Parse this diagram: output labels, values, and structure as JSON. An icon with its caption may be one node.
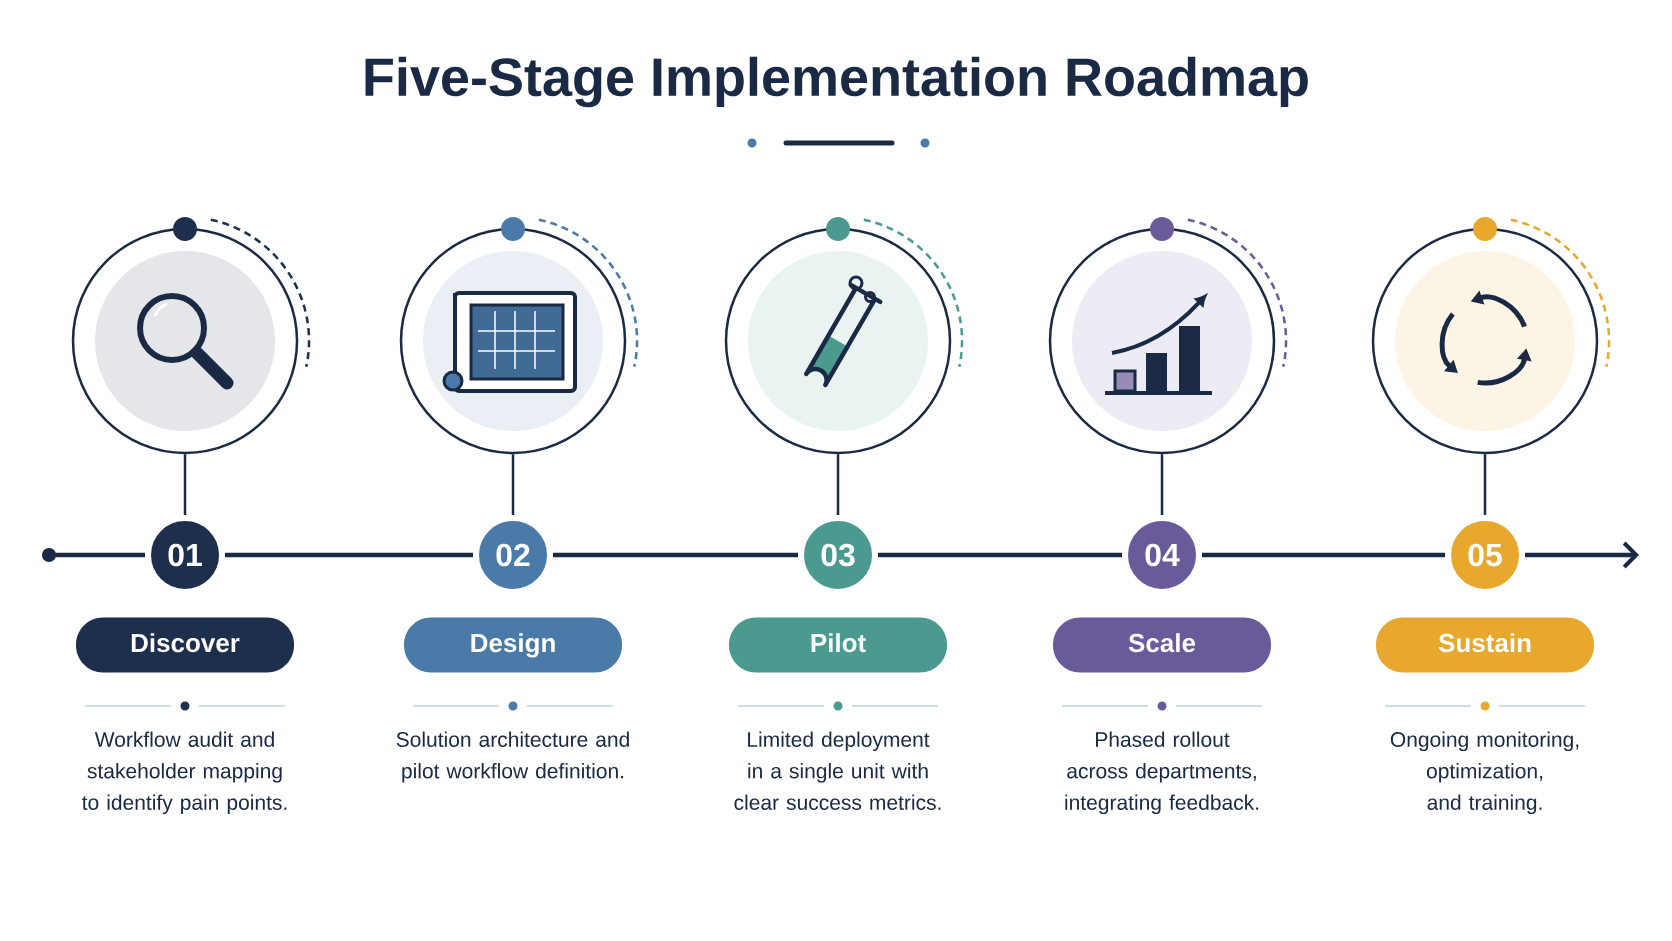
{
  "diagram": {
    "title": "Five-Stage Implementation Roadmap",
    "nodes": [
      {
        "text": [],
        "shape": "circle"
      },
      {
        "text": [
          "01"
        ]
      },
      {
        "text": [
          "Discover"
        ],
        "beside": [
          "Workflow audit and stakeholder mapping to identify pain points."
        ]
      },
      {
        "text": [],
        "shape": "circle"
      },
      {
        "text": [
          "02"
        ]
      },
      {
        "text": [
          "Design"
        ],
        "beside": [
          "Solution architecture and pilot workflow definition."
        ]
      },
      {
        "text": [],
        "shape": "circle"
      },
      {
        "text": [
          "03"
        ]
      },
      {
        "text": [
          "Pilot"
        ],
        "beside": [
          "Limited deployment in a single unit with clear success metrics."
        ]
      },
      {
        "text": [],
        "shape": "circle"
      },
      {
        "text": [
          "04"
        ]
      },
      {
        "text": [
          "Scale"
        ],
        "beside": [
          "Phased rollout across departments, integrating feedback."
        ]
      },
      {
        "text": [],
        "shape": "circle"
      },
      {
        "text": [
          "05"
        ]
      },
      {
        "text": [
          "Sustain"
        ],
        "beside": [
          "Ongoing monitoring, optimization, and training."
        ]
      }
    ],
    "edges": [
      {
        "from": 0,
        "to": 1,
        "arrow": "none"
      },
      {
        "from": 3,
        "to": 4,
        "arrow": "none"
      },
      {
        "from": 6,
        "to": 7,
        "arrow": "none"
      },
      {
        "from": 9,
        "to": 10,
        "arrow": "none"
      },
      {
        "from": 12,
        "to": 13,
        "arrow": "none"
      },
      {
        "from": null,
        "to": 1,
        "arrow": "other"
      },
      {
        "from": 1,
        "to": 4,
        "arrow": "none"
      },
      {
        "from": 4,
        "to": 7,
        "arrow": "none"
      },
      {
        "from": 7,
        "to": 10,
        "arrow": "none"
      },
      {
        "from": 10,
        "to": 13,
        "arrow": "none"
      },
      {
        "from": 13,
        "to": null,
        "arrow": "to"
      }
    ]
  }
}
